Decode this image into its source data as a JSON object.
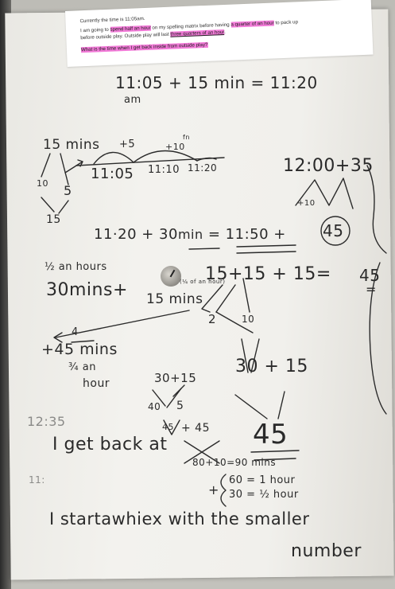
{
  "worksheet": {
    "line1": "Currently the time is 11:05am.",
    "line2_a": "I am going to ",
    "line2_hl1": "spend half an hour",
    "line2_b": " on my spelling matrix before having ",
    "line2_hl2": "a quarter of an hour",
    "line2_c": " to pack up",
    "line3_a": "before outside play. Outside play will last ",
    "line3_hl": "three quarters of an hour",
    "line3_b": ".",
    "question": "What is the time when I get back inside from outside play?"
  },
  "handwriting": {
    "eq1": "11:05 + 15 min = 11:20",
    "eq1_am": "am",
    "fifteen_mins": "15 mins",
    "plus5": "+5",
    "plus10": "+10",
    "fn": "fn",
    "tl1": "11:05",
    "tl2": "11:10",
    "tl3": "11:20",
    "split_10": "10",
    "split_5": "5",
    "split_15": "15",
    "right_time": "12:00+35",
    "right_plus10": "+10",
    "eq2_left": "11·20 + 30",
    "eq2_min": "min",
    "eq2_eq": " = ",
    "eq2_result": "11:50",
    "eq2_plus": " + ",
    "eq2_circle": "45",
    "half_hour": "½ an hours",
    "thirty_mins": "30mins+",
    "fifteen_mins2": "15 mins",
    "quarter_hour_note": "(¼ of an hour)",
    "sum_15": "15+15 + 15=",
    "two": "2",
    "ten": "10",
    "right_45": "45",
    "right_eq": "=",
    "four": "4",
    "plus45mins": "+45 mins",
    "three_quarter": "¾ an",
    "hour_word": "hour",
    "thirty_plus15": "30+15",
    "forty": "40",
    "five": "5",
    "thirty_plus_15b": "30 + 15",
    "forty_five_big": "45",
    "time_1235": "12:35",
    "get_back": "I get back at",
    "plus45b": "+ 45",
    "forty_five_small": "45",
    "eighty": "80+10=90 mins",
    "eleven": "11:",
    "sixty": "60 = 1 hour",
    "thirty_half": "30 = ½ hour",
    "plus_sign": "+",
    "start_line": "I startawhiex with the smaller",
    "number_line": "number"
  }
}
